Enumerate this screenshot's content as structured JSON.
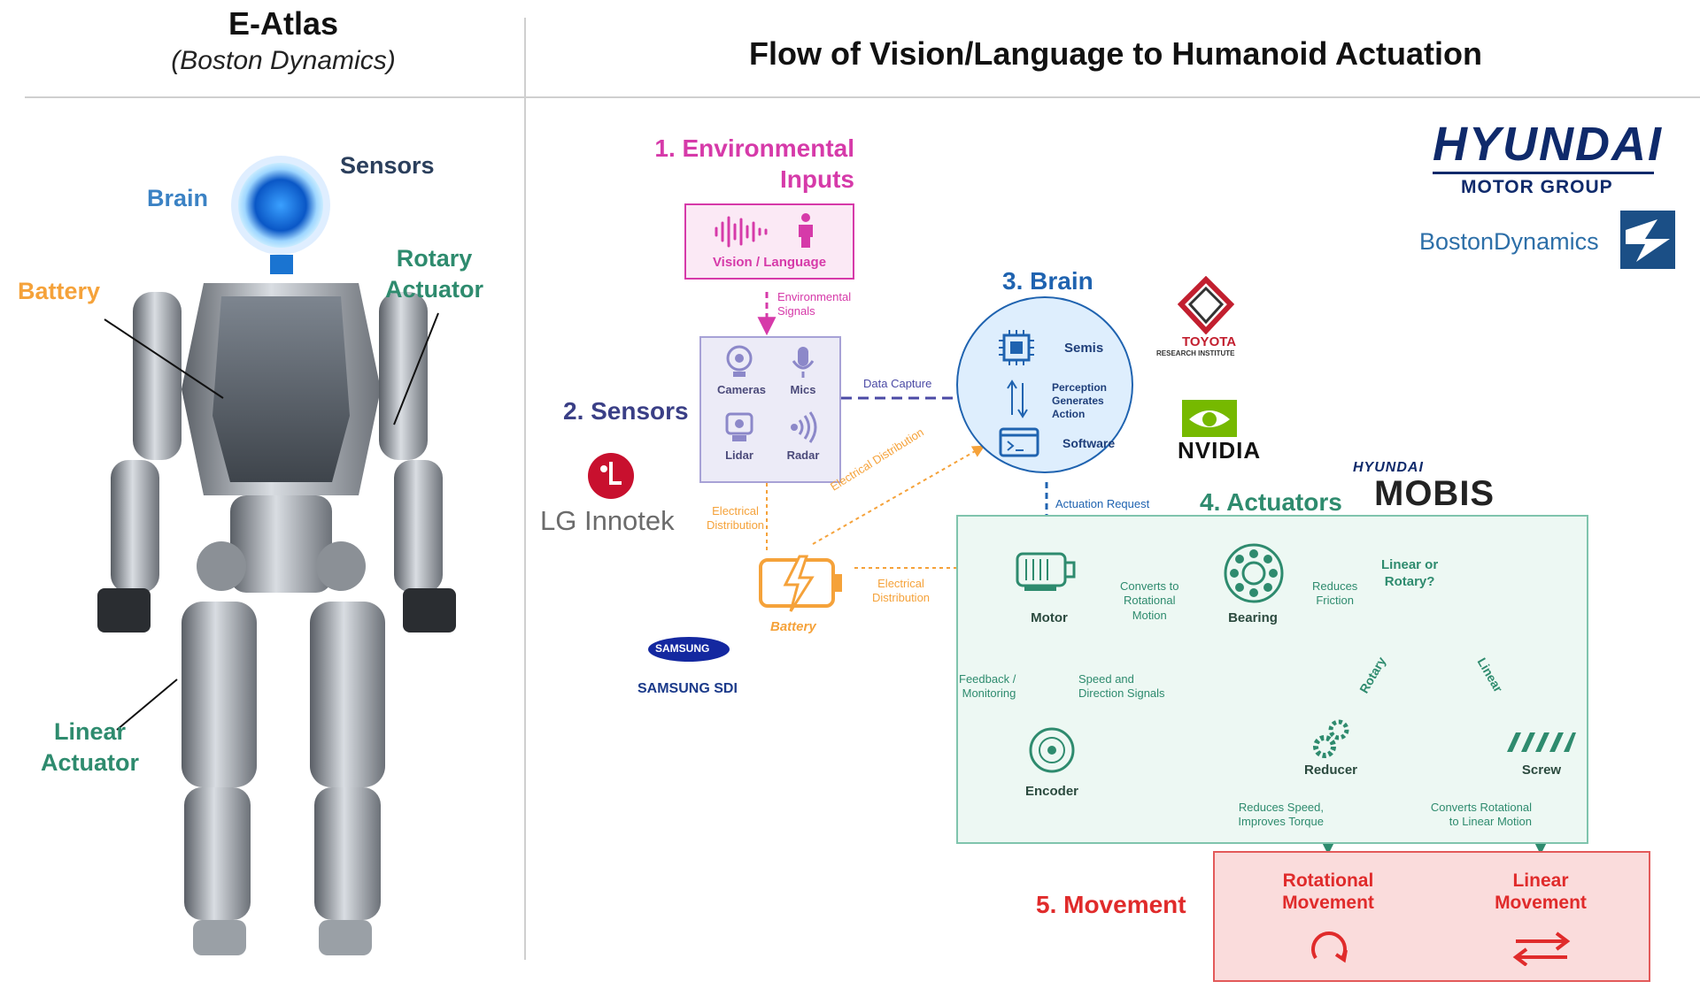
{
  "left_panel": {
    "title": "E-Atlas",
    "subtitle": "(Boston Dynamics)",
    "labels": {
      "sensors": "Sensors",
      "brain": "Brain",
      "battery": "Battery",
      "rotary_actuator": [
        "Rotary",
        "Actuator"
      ],
      "linear_actuator": [
        "Linear",
        "Actuator"
      ]
    }
  },
  "right_panel": {
    "title": "Flow of Vision/Language to Humanoid Actuation"
  },
  "steps": {
    "env_inputs": [
      "1. Environmental",
      "Inputs"
    ],
    "sensors": "2. Sensors",
    "brain": "3. Brain",
    "actuators": "4. Actuators",
    "movement": "5. Movement"
  },
  "env_box": {
    "label": "Vision / Language"
  },
  "sensor_box": {
    "cameras": "Cameras",
    "mics": "Mics",
    "lidar": "Lidar",
    "radar": "Radar"
  },
  "brain_circle": {
    "semis": "Semis",
    "software": "Software",
    "note": [
      "Perception",
      "Generates",
      "Action"
    ]
  },
  "battery": {
    "label": "Battery"
  },
  "actuator_box": {
    "motor": "Motor",
    "bearing": "Bearing",
    "encoder": "Encoder",
    "decision": [
      "Linear or",
      "Rotary?"
    ],
    "reducer": "Reducer",
    "screw": "Screw",
    "rotary_branch": "Rotary",
    "linear_branch": "Linear"
  },
  "movement_box": {
    "rotational": [
      "Rotational",
      "Movement"
    ],
    "linear": [
      "Linear",
      "Movement"
    ]
  },
  "edge_labels": {
    "environmental_signals": [
      "Environmental",
      "Signals"
    ],
    "data_capture": "Data Capture",
    "electrical_distribution_up": [
      "Electrical",
      "Distribution"
    ],
    "electrical_distribution_diag": "Electrical Distribution",
    "electrical_distribution_right": [
      "Electrical",
      "Distribution"
    ],
    "actuation_request": "Actuation Request",
    "converts_to_rotational": [
      "Converts to",
      "Rotational",
      "Motion"
    ],
    "reduces_friction": [
      "Reduces",
      "Friction"
    ],
    "feedback": [
      "Feedback /",
      "Monitoring"
    ],
    "speed_direction": [
      "Speed and",
      "Direction Signals"
    ],
    "reduces_speed": [
      "Reduces Speed,",
      "Improves Torque"
    ],
    "converts_linear": [
      "Converts Rotational",
      "to Linear Motion"
    ]
  },
  "vendors": {
    "hyundai": "HYUNDAI",
    "hyundai_sub": "MOTOR GROUP",
    "boston_dynamics": "BostonDynamics",
    "toyota": "TOYOTA",
    "toyota_sub": "RESEARCH INSTITUTE",
    "nvidia": "NVIDIA",
    "lg_innotek": "LG Innotek",
    "samsung": "SAMSUNG",
    "samsung_sdi": "SAMSUNG SDI",
    "hyundai_mobis_top": "HYUNDAI",
    "mobis": "MOBIS"
  },
  "colors": {
    "env": "#d63aa9",
    "sensors": "#6b63b5",
    "brain": "#1f63b0",
    "battery": "#f5a23a",
    "actuators": "#2e8b6e",
    "movement": "#e02b2b"
  }
}
